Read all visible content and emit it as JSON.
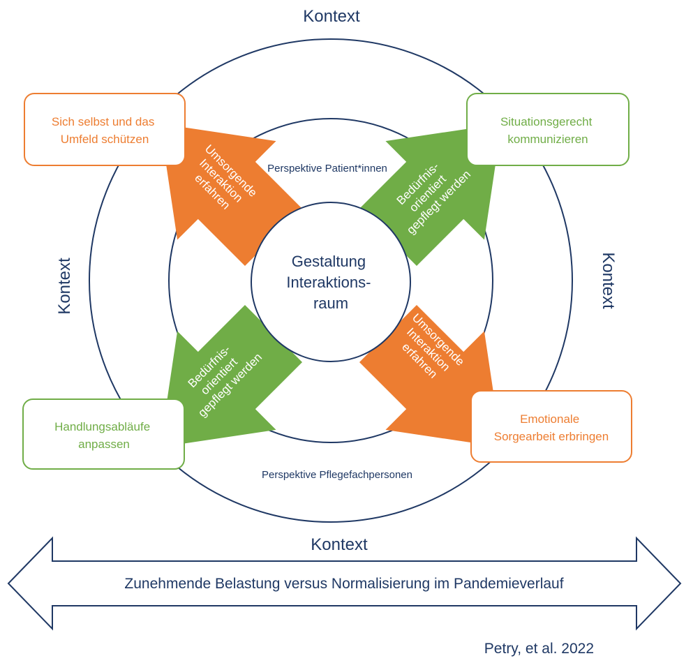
{
  "colors": {
    "navy": "#1f3864",
    "orange": "#ed7d31",
    "green": "#70ad47"
  },
  "context_label": "Kontext",
  "perspectives": {
    "patients": "Perspektive Patient*innen",
    "nurses": "Perspektive Pflegefachpersonen"
  },
  "center": [
    "Gestaltung",
    "Interaktions-",
    "raum"
  ],
  "arrows": {
    "top_left": [
      "Umsorgende",
      "Interaktion",
      "erfahren"
    ],
    "top_right": [
      "Bedürfnis-",
      "orientiert",
      "gepflegt werden"
    ],
    "bottom_left": [
      "Bedürfnis-",
      "orientiert",
      "gepflegt werden"
    ],
    "bottom_right": [
      "Umsorgende",
      "Interaktion",
      "erfahren"
    ]
  },
  "boxes": {
    "top_left": [
      "Sich selbst und das",
      "Umfeld schützen"
    ],
    "top_right": [
      "Situationsgerecht",
      "kommunizieren"
    ],
    "bottom_left": [
      "Handlungsabläufe",
      "anpassen"
    ],
    "bottom_right": [
      "Emotionale",
      "Sorgearbeit erbringen"
    ]
  },
  "bottom_arrow_text": "Zunehmende Belastung versus Normalisierung im Pandemieverlauf",
  "citation": "Petry, et al. 2022"
}
